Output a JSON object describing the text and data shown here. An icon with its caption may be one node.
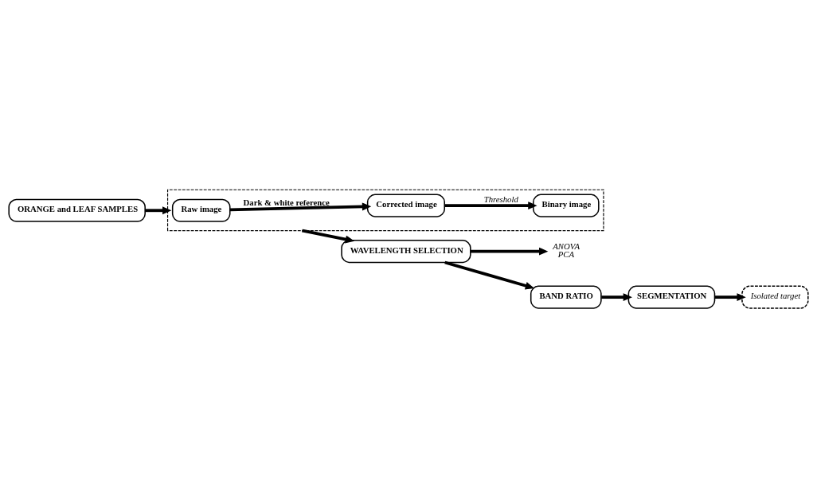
{
  "diagram": {
    "nodes": [
      {
        "text": [
          "ORANGE and LEAF SAMPLES"
        ]
      },
      {
        "text": [],
        "shape": "box"
      },
      {
        "text": [
          "Raw image"
        ],
        "in": 1
      },
      {
        "text": [
          "Corrected image"
        ],
        "in": 1
      },
      {
        "text": [
          "Binary image"
        ],
        "in": 1
      },
      {
        "text": [
          "WAVELENGTH SELECTION"
        ]
      },
      {
        "text": [
          "ANOVA",
          "PCA"
        ]
      },
      {
        "text": [
          "BAND RATIO"
        ]
      },
      {
        "text": [
          "SEGMENTATION"
        ]
      },
      {
        "text": [
          "Isolated target"
        ]
      }
    ],
    "edges": [
      {
        "from": 0,
        "to": 1,
        "arrow": "to"
      },
      {
        "from": 2,
        "to": 3,
        "arrow": "to",
        "label": "Dark & white reference"
      },
      {
        "from": 3,
        "to": 4,
        "arrow": "to",
        "label": "Threshold"
      },
      {
        "from": 1,
        "to": 5,
        "arrow": "to"
      },
      {
        "from": 5,
        "to": 6,
        "arrow": "to"
      },
      {
        "from": 5,
        "to": 7,
        "arrow": "to"
      },
      {
        "from": 7,
        "to": 8,
        "arrow": "to"
      },
      {
        "from": 8,
        "to": 9,
        "arrow": "to"
      }
    ]
  }
}
